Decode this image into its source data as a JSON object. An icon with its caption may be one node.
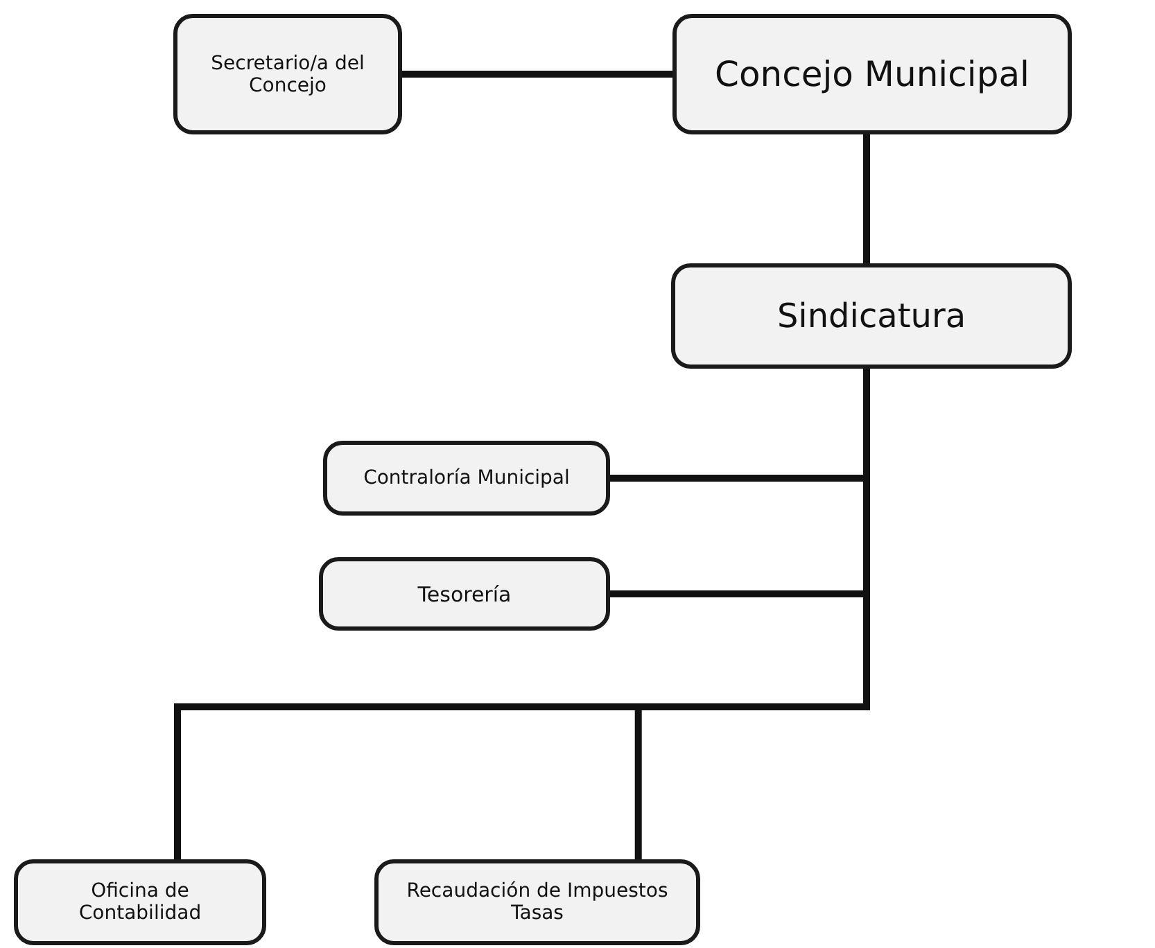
{
  "diagram": {
    "nodes": [
      {
        "text": [
          "Secretario/a del Concejo"
        ]
      },
      {
        "text": [
          "Concejo Municipal"
        ]
      },
      {
        "text": [
          "Sindicatura"
        ]
      },
      {
        "text": [
          "Contraloría Municipal"
        ]
      },
      {
        "text": [
          "Tesorería"
        ]
      },
      {
        "text": [
          "Oficina de Contabilidad"
        ]
      },
      {
        "text": [
          "Recaudación de Impuestos Tasas"
        ]
      }
    ],
    "edges": [
      {
        "from": 0,
        "to": 1,
        "arrow": "none"
      },
      {
        "from": 1,
        "to": 2,
        "arrow": "none"
      },
      {
        "from": 2,
        "to": 3,
        "arrow": "none"
      },
      {
        "from": 2,
        "to": 4,
        "arrow": "none"
      },
      {
        "from": 2,
        "to": 5,
        "arrow": "none"
      },
      {
        "from": 2,
        "to": 6,
        "arrow": "none"
      }
    ]
  }
}
